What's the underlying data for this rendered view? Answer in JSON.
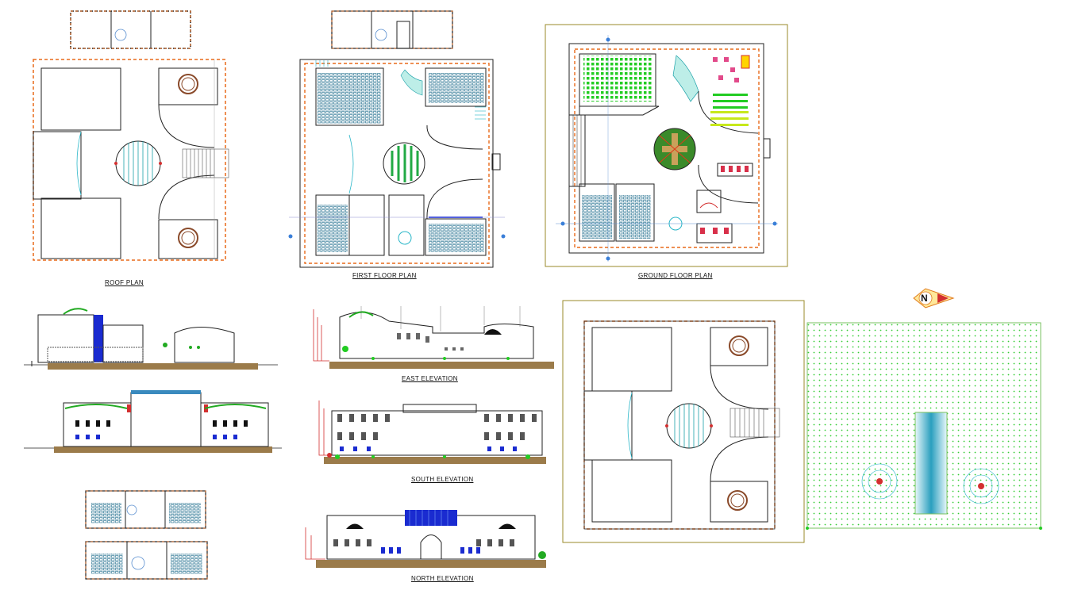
{
  "labels": {
    "roof_plan": "ROOF PLAN",
    "first_floor_plan": "FIRST  FLOOR PLAN",
    "ground_floor_plan": "GROUND FLOOR PLAN",
    "east_elevation": "EAST ELEVATION",
    "south_elevation": "SOUTH ELEVATION",
    "north_elevation": "NORTH ELEVATION"
  },
  "north_arrow": {
    "letter": "N"
  },
  "colors": {
    "wall": "#222222",
    "dashed_edge": "#e86a1a",
    "stair": "#29b6c8",
    "seating": "#1a6a8a",
    "greenery": "#22cc22",
    "site_dots": "#33cc33",
    "water": "#3bb0c9",
    "marker": "#d32f2f",
    "frame": "#9a8a2a",
    "blue_window": "#1a2bd0"
  }
}
